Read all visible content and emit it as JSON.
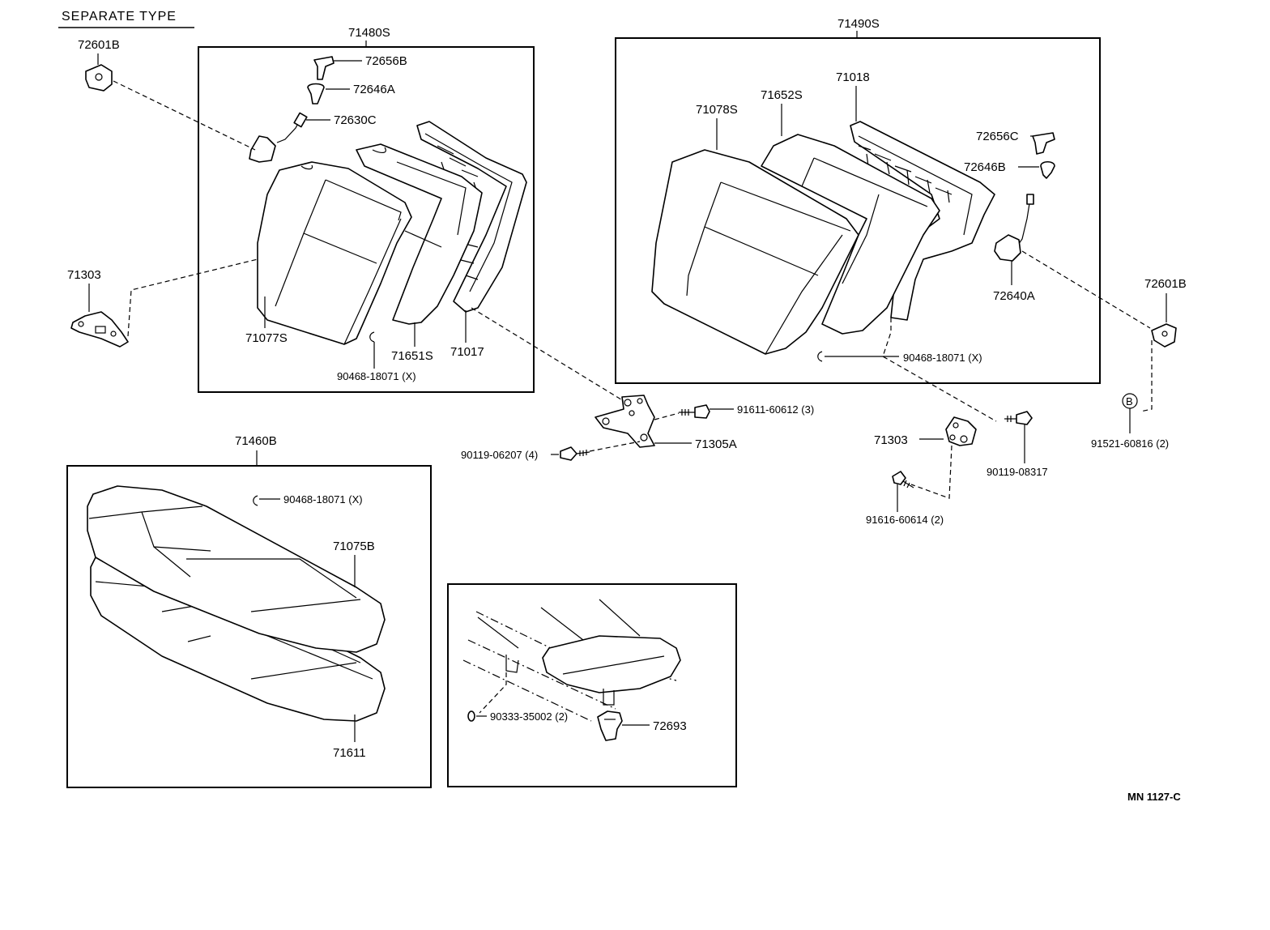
{
  "header": {
    "type_label": "SEPARATE TYPE"
  },
  "figure_code": "MN 1127-C",
  "assemblies": {
    "left_back": {
      "title": "71480S",
      "parts": {
        "p72656B": "72656B",
        "p72646A": "72646A",
        "p72630C": "72630C",
        "p71077S": "71077S",
        "p71651S": "71651S",
        "p71017": "71017",
        "p90468": "90468-18071 (X)"
      }
    },
    "right_back": {
      "title": "71490S",
      "parts": {
        "p71018": "71018",
        "p71078S": "71078S",
        "p71652S": "71652S",
        "p72656C": "72656C",
        "p72646B": "72646B",
        "p72640A": "72640A",
        "p90468": "90468-18071 (X)"
      }
    },
    "cushion": {
      "title": "71460B",
      "parts": {
        "p90468": "90468-18071 (X)",
        "p71075B": "71075B",
        "p71611": "71611"
      }
    },
    "detail": {
      "parts": {
        "p90333": "90333-35002 (2)",
        "p72693": "72693"
      }
    }
  },
  "loose_parts": {
    "p72601B_left": "72601B",
    "p71303_left": "71303",
    "p91611": "91611-60612 (3)",
    "p71305A": "71305A",
    "p90119_06207": "90119-06207 (4)",
    "p71303_right": "71303",
    "p90119_08317": "90119-08317",
    "p91616": "91616-60614 (2)",
    "p72601B_right": "72601B",
    "b_marker": "B",
    "p91521": "91521-60816 (2)"
  }
}
